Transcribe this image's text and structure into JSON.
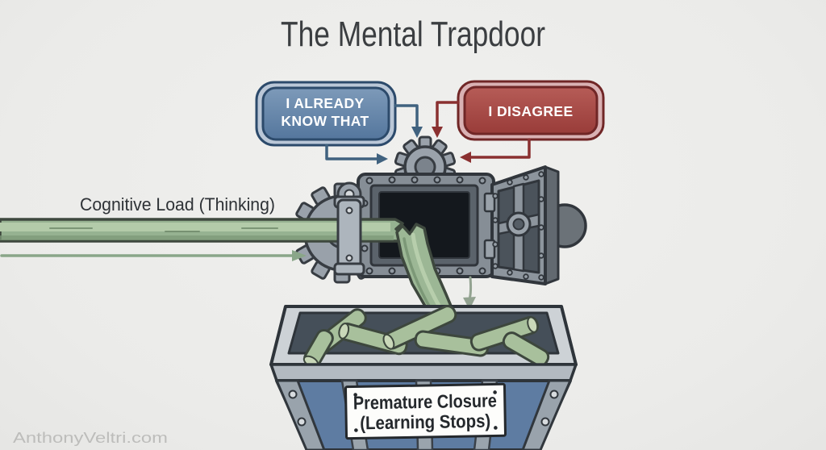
{
  "title": "The Mental Trapdoor",
  "callouts": {
    "already_know": {
      "line1": "I ALREADY",
      "line2": "KNOW THAT"
    },
    "disagree": {
      "label": "I DISAGREE"
    }
  },
  "pipe_label": "Cognitive Load (Thinking)",
  "bin_sign": {
    "line1": "Premature Closure",
    "line2": "(Learning Stops)"
  },
  "watermark": "AnthonyVeltri.com",
  "colors": {
    "background": "#ececea",
    "callout_blue_fill": "#5e80a6",
    "callout_blue_border": "#2c4a6b",
    "callout_red_fill": "#a94845",
    "callout_red_border": "#702626",
    "arrow_blue": "#40627f",
    "arrow_red": "#8a3030",
    "pipe_green": "#96b291",
    "metal_gray": "#868e96",
    "interior_dark": "#14181d",
    "bin_blue": "#5e7ca2",
    "sign_white": "#fdfdfb",
    "title_text": "#3b3e41"
  },
  "icons": {
    "gear-icon": "cog wheel",
    "trapdoor-icon": "open metal hatch",
    "pipe-icon": "green beam of thinking",
    "bin-icon": "discard container",
    "arrow-icon": "flow arrow"
  }
}
